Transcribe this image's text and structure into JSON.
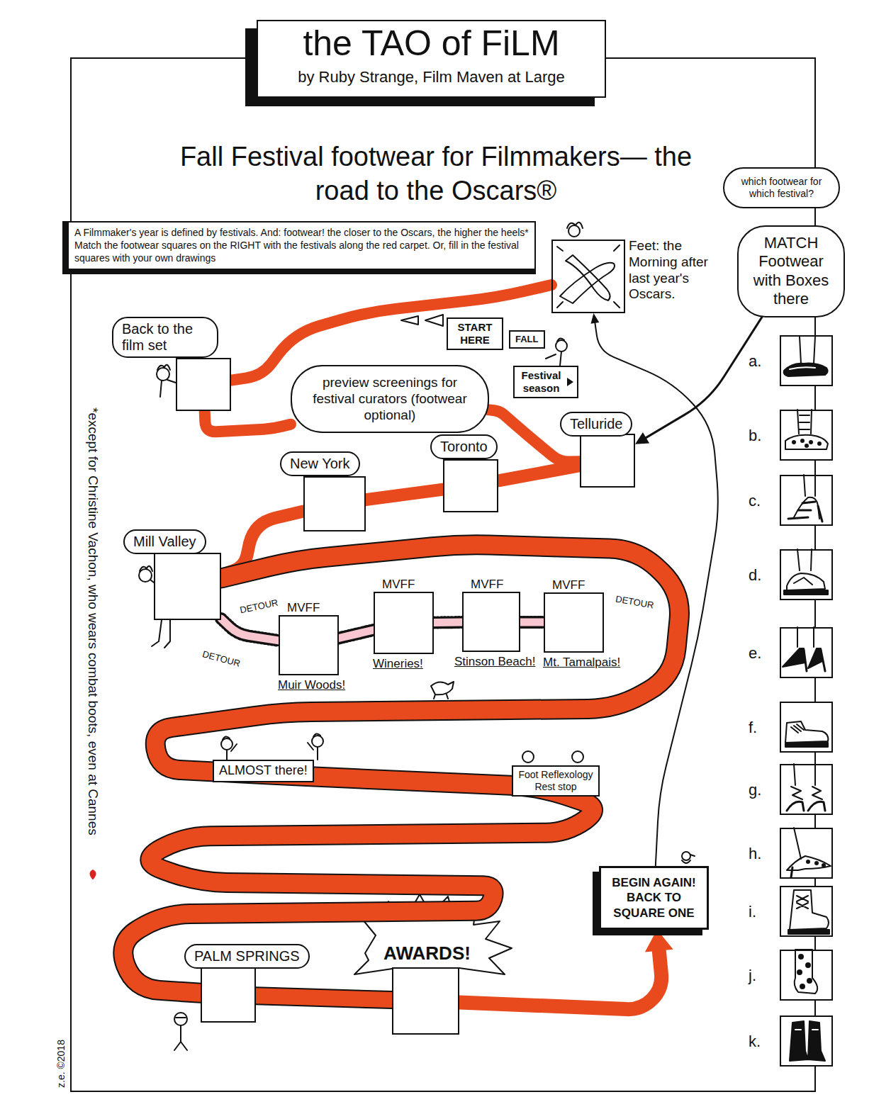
{
  "diagram": {
    "title": "Fall Festival footwear for Filmmakers— the road to the Oscars®",
    "nodes": [
      {
        "text": [
          "the TAO of FiLM",
          "by Ruby Strange, Film Maven at Large"
        ]
      },
      {
        "text": [
          "A Filmmaker's year is defined by festivals. And: footwear! the closer to the Oscars, the higher the heels* Match the footwear squares on the RIGHT with the festivals along the red carpet. Or, fill in the festival squares with your own drawings"
        ]
      },
      {
        "text": [
          "Feet: the Morning after last year's Oscars."
        ]
      },
      {
        "text": [
          "START HERE"
        ]
      },
      {
        "text": [
          "Back to the film set"
        ]
      },
      {
        "text": [
          "preview screenings for festival curators (footwear optional)"
        ]
      },
      {
        "text": [
          "FALL"
        ]
      },
      {
        "text": [
          "Festival season"
        ]
      },
      {
        "text": [
          "Telluride"
        ]
      },
      {
        "text": [
          "Toronto"
        ]
      },
      {
        "text": [
          "New York"
        ]
      },
      {
        "text": [
          "Mill Valley"
        ]
      },
      {
        "text": [
          "MVFF",
          "Muir Woods!"
        ]
      },
      {
        "text": [
          "MVFF",
          "Wineries!"
        ]
      },
      {
        "text": [
          "MVFF",
          "Stinson Beach!"
        ]
      },
      {
        "text": [
          "MVFF",
          "Mt. Tamalpais!"
        ]
      },
      {
        "text": [
          "ALMOST there!"
        ]
      },
      {
        "text": [
          "Foot Reflexology Rest stop"
        ]
      },
      {
        "text": [
          "PALM SPRINGS"
        ]
      },
      {
        "text": [
          "AWARDS!"
        ]
      },
      {
        "text": [
          "BEGIN AGAIN! BACK TO SQUARE ONE"
        ]
      },
      {
        "text": [
          "which footwear for which festival?"
        ]
      },
      {
        "text": [
          "MATCH Footwear with Boxes there"
        ]
      },
      {
        "text": [
          "a."
        ]
      },
      {
        "text": [
          "b."
        ]
      },
      {
        "text": [
          "c."
        ]
      },
      {
        "text": [
          "d."
        ]
      },
      {
        "text": [
          "e."
        ]
      },
      {
        "text": [
          "f."
        ]
      },
      {
        "text": [
          "g."
        ]
      },
      {
        "text": [
          "h."
        ]
      },
      {
        "text": [
          "i."
        ]
      },
      {
        "text": [
          "j."
        ]
      },
      {
        "text": [
          "k."
        ]
      }
    ],
    "edges": [
      {
        "from": 2,
        "to": 4,
        "arrow": "none"
      },
      {
        "from": 4,
        "to": 5,
        "arrow": "none"
      },
      {
        "from": 5,
        "to": 8,
        "arrow": "none"
      },
      {
        "from": 8,
        "to": 9,
        "arrow": "none"
      },
      {
        "from": 9,
        "to": 10,
        "arrow": "none"
      },
      {
        "from": 10,
        "to": 11,
        "arrow": "none"
      },
      {
        "from": 11,
        "to": 18,
        "arrow": "none"
      },
      {
        "from": 11,
        "to": 12,
        "arrow": "none"
      },
      {
        "from": 12,
        "to": 13,
        "arrow": "none"
      },
      {
        "from": 13,
        "to": 14,
        "arrow": "none"
      },
      {
        "from": 14,
        "to": 15,
        "arrow": "none"
      },
      {
        "from": 18,
        "to": 19,
        "arrow": "none"
      },
      {
        "from": 19,
        "to": 20,
        "arrow": "to"
      },
      {
        "from": 20,
        "to": 2,
        "arrow": "to"
      },
      {
        "from": 22,
        "to": 8,
        "arrow": "to"
      }
    ],
    "labels": [
      "*except for Christine Vachon, who wears combat boots, even at Cannes",
      "z.e. ©2018",
      "DETOUR",
      "DETOUR",
      "DETOUR"
    ]
  }
}
